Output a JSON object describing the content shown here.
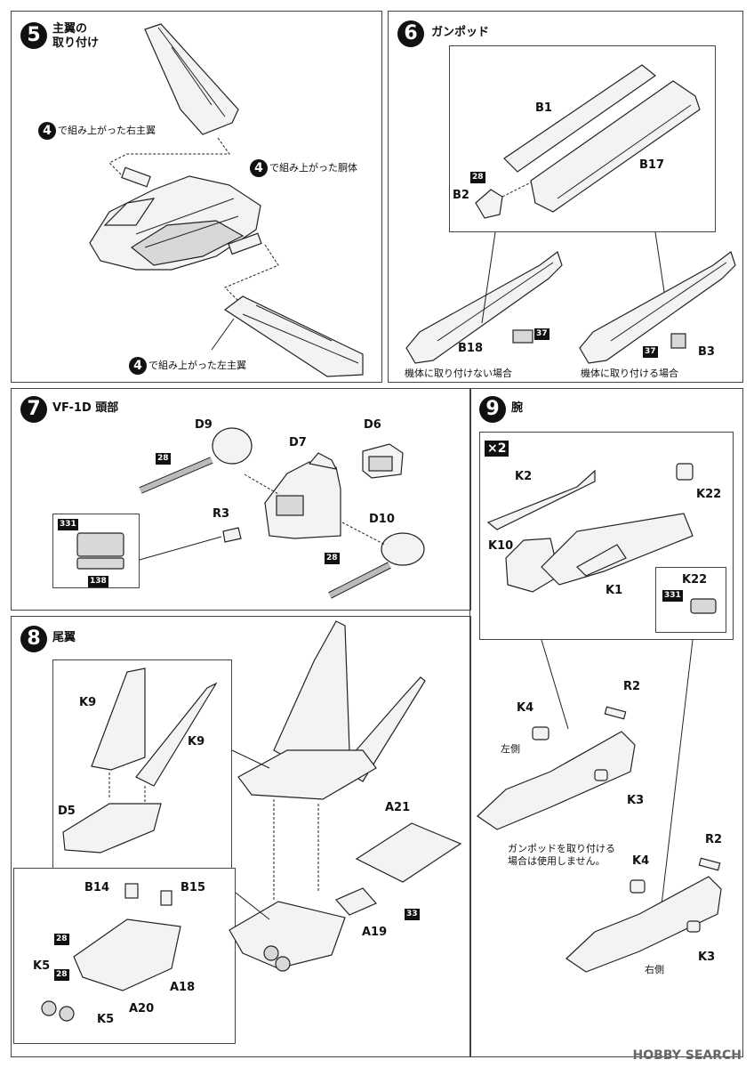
{
  "steps": {
    "s5": {
      "num": "5",
      "title": "主翼の\n取り付け",
      "label_right": "で組み上がった右主翼",
      "label_body": "で組み上がった胴体",
      "label_left": "で組み上がった左主翼",
      "ref": "4"
    },
    "s6": {
      "num": "6",
      "title": "ガンポッド",
      "parts": [
        "B1",
        "B17",
        "B2",
        "B18",
        "B3"
      ],
      "paint": [
        "28",
        "37",
        "37"
      ],
      "caption_left": "機体に取り付けない場合",
      "caption_right": "機体に取り付ける場合"
    },
    "s7": {
      "num": "7",
      "title": "VF-1D 頭部",
      "parts": [
        "D9",
        "D7",
        "D6",
        "R3",
        "D10"
      ],
      "paint": [
        "28",
        "28",
        "331",
        "138"
      ]
    },
    "s8": {
      "num": "8",
      "title": "尾翼",
      "parts": [
        "K9",
        "K9",
        "D5",
        "A21",
        "B14",
        "B15",
        "A18",
        "A19",
        "K5",
        "A20",
        "K5"
      ],
      "paint": [
        "33",
        "28",
        "28"
      ]
    },
    "s9": {
      "num": "9",
      "title": "腕",
      "multiplier": "×2",
      "parts": [
        "K2",
        "K22",
        "K10",
        "K1",
        "K22",
        "R2",
        "K4",
        "K3",
        "R2",
        "K4",
        "K3"
      ],
      "paint": [
        "331"
      ],
      "side_left": "左側",
      "side_right": "右側",
      "note": "ガンポッドを取り付ける\n場合は使用しません。"
    }
  },
  "watermark": "HOBBY SEARCH"
}
